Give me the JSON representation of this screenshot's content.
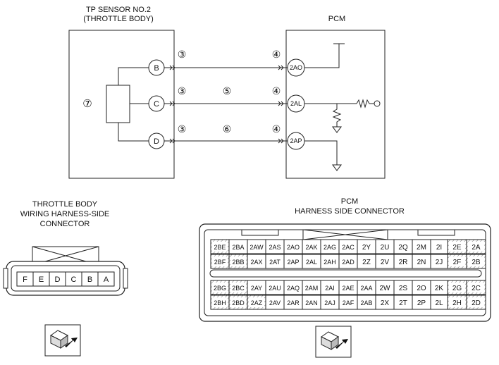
{
  "top": {
    "sensor_title": [
      "TP SENSOR NO.2",
      "(THROTTLE BODY)"
    ],
    "pcm_title": "PCM",
    "sensor_pins": [
      "B",
      "C",
      "D"
    ],
    "sensor_body_number": "⑦",
    "pcm_pins": [
      "2AO",
      "2AL",
      "2AP"
    ],
    "wire_start_numbers": [
      "③",
      "③",
      "③"
    ],
    "wire_mid_numbers": [
      "",
      "⑤",
      "⑥"
    ],
    "wire_end_numbers": [
      "④",
      "④",
      "④"
    ]
  },
  "throttle_connector": {
    "title": [
      "THROTTLE BODY",
      "WIRING HARNESS-SIDE",
      "CONNECTOR"
    ],
    "pins": [
      "F",
      "E",
      "D",
      "C",
      "B",
      "A"
    ]
  },
  "pcm_connector": {
    "title": [
      "PCM",
      "HARNESS SIDE CONNECTOR"
    ],
    "rows": [
      [
        "2BE",
        "2BA",
        "2AW",
        "2AS",
        "2AO",
        "2AK",
        "2AG",
        "2AC",
        "2Y",
        "2U",
        "2Q",
        "2M",
        "2I",
        "2E",
        "2A"
      ],
      [
        "2BF",
        "2BB",
        "2AX",
        "2AT",
        "2AP",
        "2AL",
        "2AH",
        "2AD",
        "2Z",
        "2V",
        "2R",
        "2N",
        "2J",
        "2F",
        "2B"
      ],
      [
        "2BG",
        "2BC",
        "2AY",
        "2AU",
        "2AQ",
        "2AM",
        "2AI",
        "2AE",
        "2AA",
        "2W",
        "2S",
        "2O",
        "2K",
        "2G",
        "2C"
      ],
      [
        "2BH",
        "2BD",
        "2AZ",
        "2AV",
        "2AR",
        "2AN",
        "2AJ",
        "2AF",
        "2AB",
        "2X",
        "2T",
        "2P",
        "2L",
        "2H",
        "2D"
      ]
    ]
  }
}
